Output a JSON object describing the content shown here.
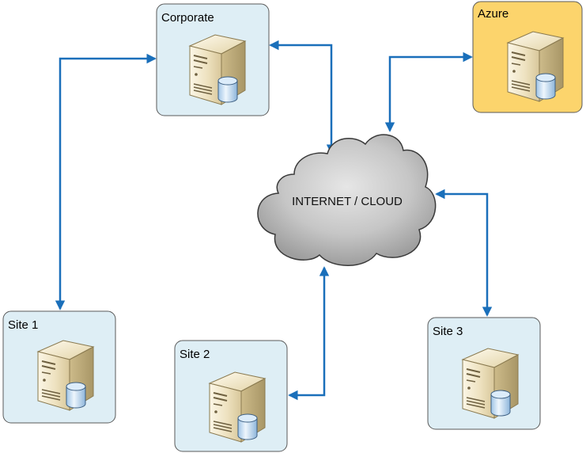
{
  "diagram": {
    "cloud": {
      "label": "INTERNET / CLOUD"
    },
    "nodes": [
      {
        "id": "corporate",
        "label": "Corporate",
        "fill": "#deeef5"
      },
      {
        "id": "azure",
        "label": "Azure",
        "fill": "#fcd46c"
      },
      {
        "id": "site1",
        "label": "Site 1",
        "fill": "#deeef5"
      },
      {
        "id": "site2",
        "label": "Site 2",
        "fill": "#deeef5"
      },
      {
        "id": "site3",
        "label": "Site 3",
        "fill": "#deeef5"
      }
    ],
    "connections": [
      {
        "from": "corporate",
        "to": "site1",
        "direction": "bidirectional"
      },
      {
        "from": "corporate",
        "to": "cloud",
        "direction": "bidirectional"
      },
      {
        "from": "azure",
        "to": "cloud",
        "direction": "bidirectional"
      },
      {
        "from": "cloud",
        "to": "site2",
        "direction": "bidirectional"
      },
      {
        "from": "cloud",
        "to": "site3",
        "direction": "bidirectional"
      }
    ],
    "colors": {
      "connector": "#1a6fba",
      "box_border": "#5a5a5a",
      "cloud_fill": "#c0c0c0",
      "cloud_stroke": "#3a3a3a"
    },
    "icons": [
      "server-icon",
      "database-icon",
      "cloud-icon"
    ]
  }
}
